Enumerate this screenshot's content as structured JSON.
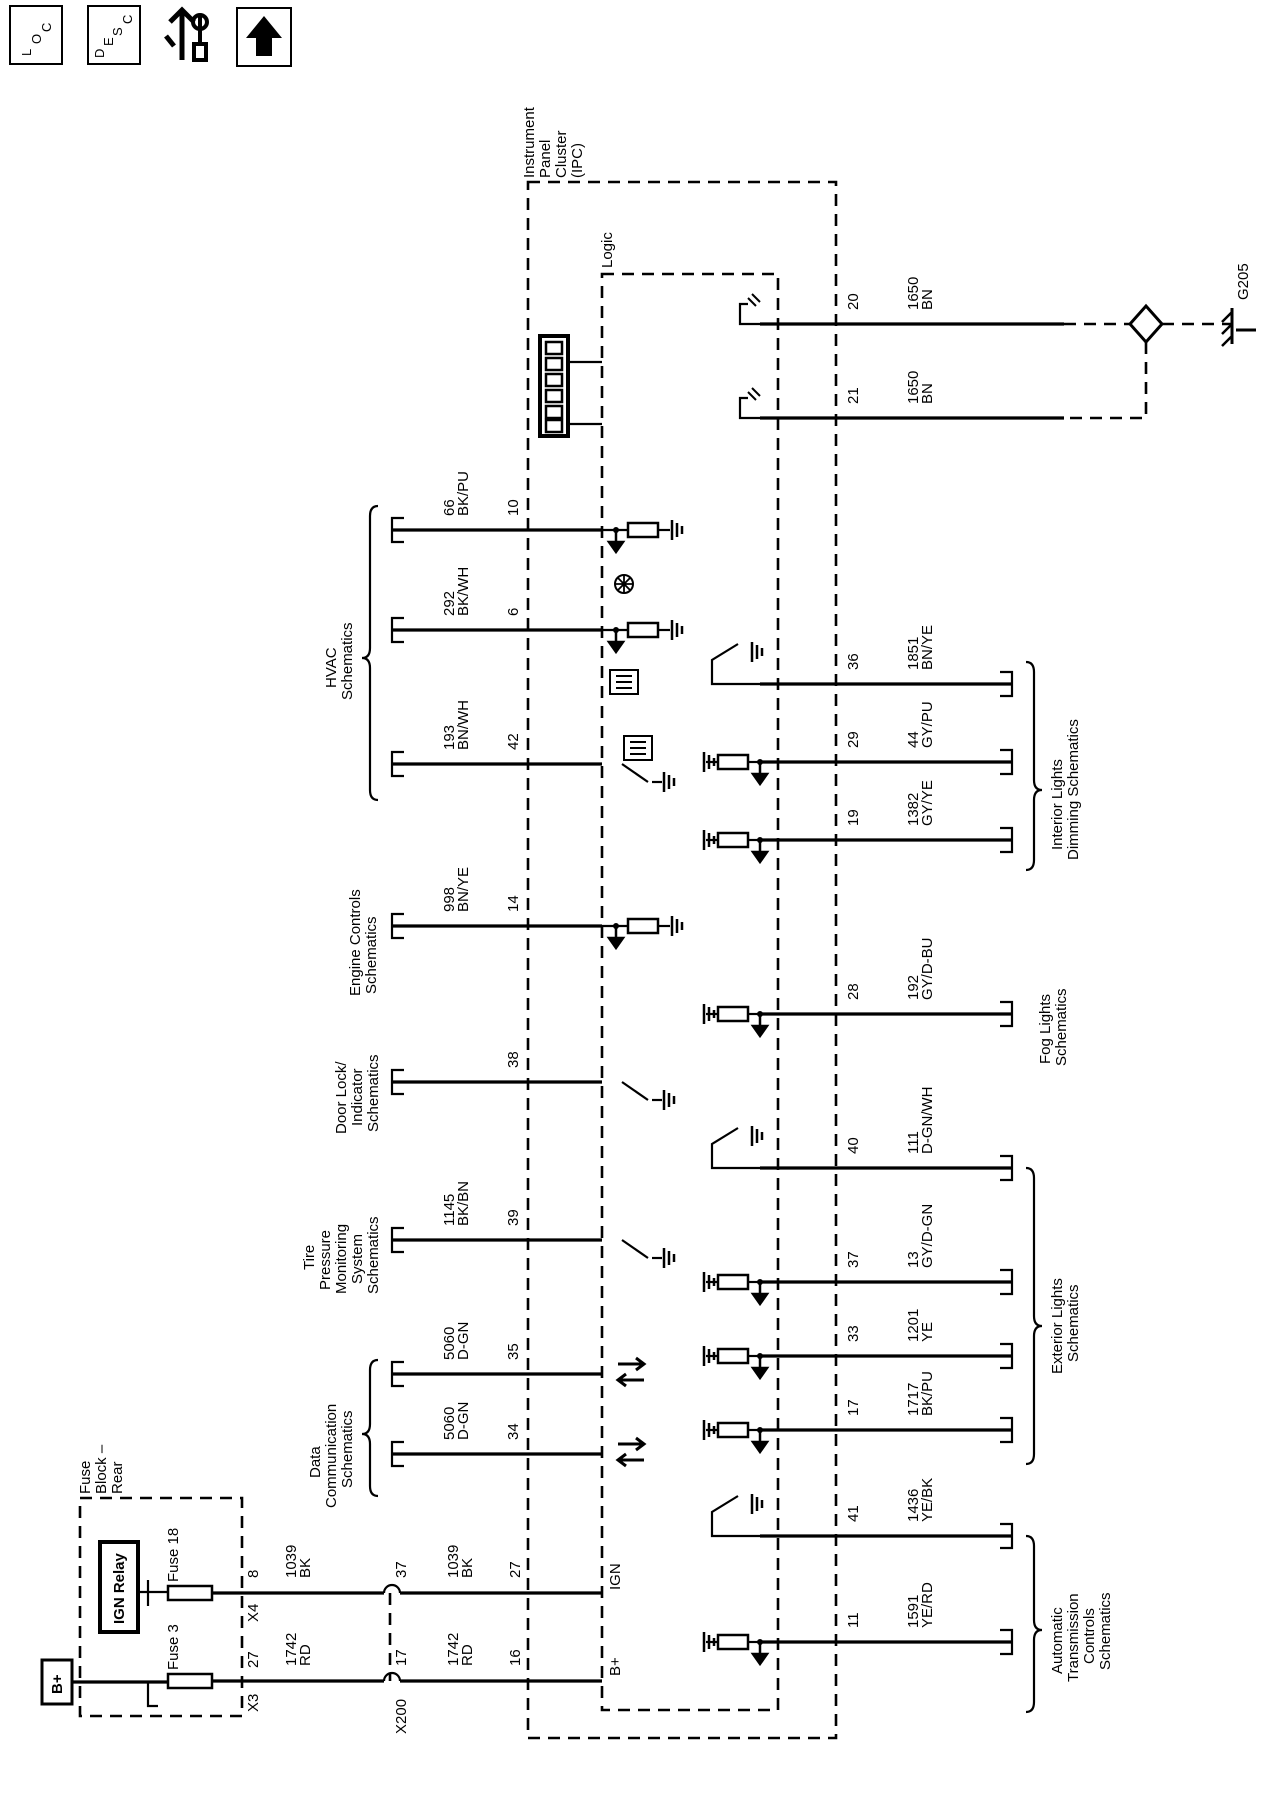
{
  "nav": {
    "loc": {
      "a": "L",
      "b": "O",
      "c": "C"
    },
    "desc": {
      "a": "D",
      "b": "E",
      "c": "S",
      "d": "C"
    }
  },
  "labels": {
    "ipc": "Instrument Panel Cluster (IPC)",
    "logic": "Logic",
    "fuse_block": "Fuse Block – Rear",
    "ign_relay": "IGN Relay",
    "fuse18": "Fuse 18",
    "fuse3": "Fuse 3",
    "bplus_box": "B+",
    "x4": "X4",
    "x3": "X3",
    "x200": "X200",
    "ign": "IGN",
    "bplus": "B+",
    "g205": "G205",
    "hvac": "HVAC Schematics",
    "engine": "Engine Controls Schematics",
    "door": "Door Lock/ Indicator Schematics",
    "tire": "Tire Pressure Monitoring System Schematics",
    "datacomm": "Data Communication Schematics",
    "interior": "Interior Lights Dimming Schematics",
    "fog": "Fog Lights Schematics",
    "exterior": "Exterior Lights Schematics",
    "trans": "Automatic Transmission Controls Schematics"
  },
  "circuits": {
    "fuse18": {
      "pin_a": "8",
      "circuit": "1039",
      "color": "BK",
      "splice_pin": "37",
      "circuit2": "1039",
      "color2": "BK",
      "ipc_pin": "27"
    },
    "fuse3": {
      "pin_a": "27",
      "circuit": "1742",
      "color": "RD",
      "splice_pin": "17",
      "circuit2": "1742",
      "color2": "RD",
      "ipc_pin": "16"
    },
    "left": [
      {
        "pin": "10",
        "circuit": "66",
        "color": "BK/PU"
      },
      {
        "pin": "6",
        "circuit": "292",
        "color": "BK/WH"
      },
      {
        "pin": "42",
        "circuit": "193",
        "color": "BN/WH"
      },
      {
        "pin": "14",
        "circuit": "998",
        "color": "BN/YE"
      },
      {
        "pin": "38",
        "circuit": "",
        "color": ""
      },
      {
        "pin": "39",
        "circuit": "1145",
        "color": "BK/BN"
      },
      {
        "pin": "35",
        "circuit": "5060",
        "color": "D-GN"
      },
      {
        "pin": "34",
        "circuit": "5060",
        "color": "D-GN"
      }
    ],
    "right": [
      {
        "pin": "20",
        "circuit": "1650",
        "color": "BN"
      },
      {
        "pin": "21",
        "circuit": "1650",
        "color": "BN"
      },
      {
        "pin": "36",
        "circuit": "1851",
        "color": "BN/YE"
      },
      {
        "pin": "29",
        "circuit": "44",
        "color": "GY/PU"
      },
      {
        "pin": "19",
        "circuit": "1382",
        "color": "GY/YE"
      },
      {
        "pin": "28",
        "circuit": "192",
        "color": "GY/D-BU"
      },
      {
        "pin": "40",
        "circuit": "111",
        "color": "D-GN/WH"
      },
      {
        "pin": "37",
        "circuit": "13",
        "color": "GY/D-GN"
      },
      {
        "pin": "33",
        "circuit": "1201",
        "color": "YE"
      },
      {
        "pin": "17",
        "circuit": "1717",
        "color": "BK/PU"
      },
      {
        "pin": "41",
        "circuit": "1436",
        "color": "YE/BK"
      },
      {
        "pin": "11",
        "circuit": "1591",
        "color": "YE/RD"
      }
    ]
  }
}
